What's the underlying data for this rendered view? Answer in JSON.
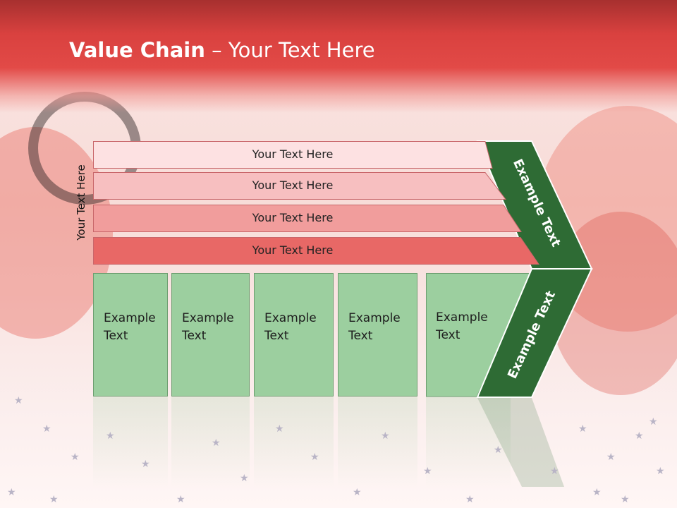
{
  "slide": {
    "title_bold": "Value Chain",
    "title_rest": " – Your Text Here",
    "side_label": "Your Text Here",
    "bars": [
      {
        "label": "Your Text Here",
        "color": "#fde1e2"
      },
      {
        "label": "Your Text Here",
        "color": "#f7bfc0"
      },
      {
        "label": "Your Text Here",
        "color": "#f19d9c"
      },
      {
        "label": "Your Text Here",
        "color": "#e86866"
      }
    ],
    "columns": [
      {
        "line1": "Example",
        "line2": "Text"
      },
      {
        "line1": "Example",
        "line2": "Text"
      },
      {
        "line1": "Example",
        "line2": "Text"
      },
      {
        "line1": "Example",
        "line2": "Text"
      },
      {
        "line1": "Example",
        "line2": "Text"
      }
    ],
    "chevron_top_label": "Example Text",
    "chevron_bottom_label": "Example Text",
    "colors": {
      "header_red": "#d9413f",
      "column_green": "#9ccf9f",
      "chevron_green": "#2e6b34"
    }
  }
}
